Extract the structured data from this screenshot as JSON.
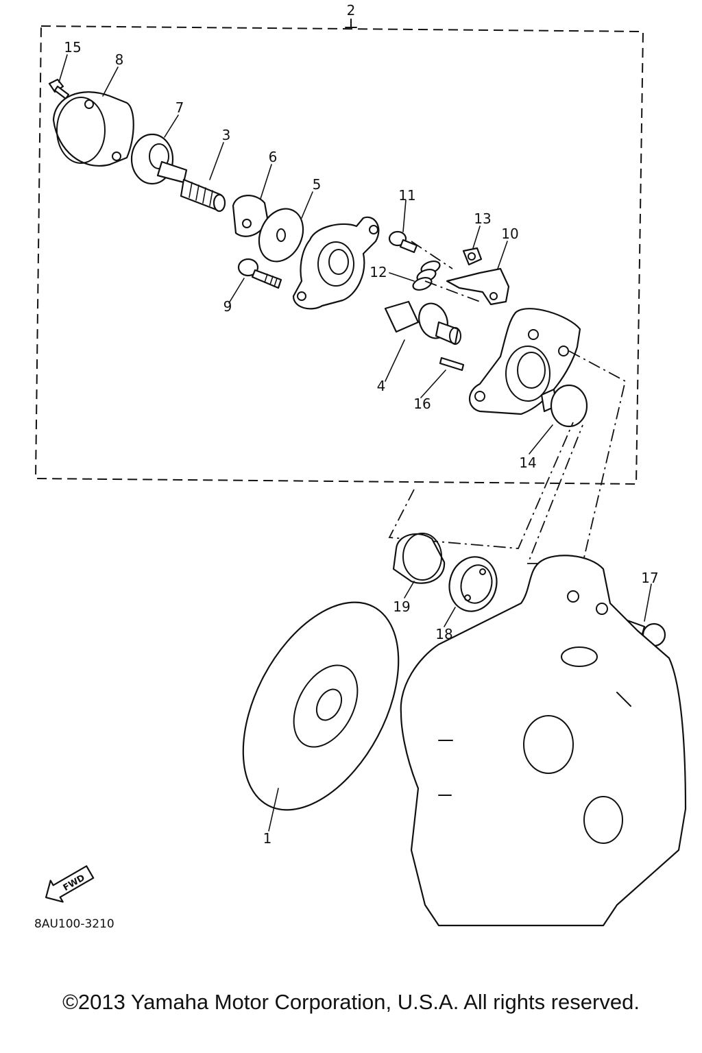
{
  "diagram": {
    "parts": [
      {
        "ref": "1"
      },
      {
        "ref": "2"
      },
      {
        "ref": "3"
      },
      {
        "ref": "4"
      },
      {
        "ref": "5"
      },
      {
        "ref": "6"
      },
      {
        "ref": "7"
      },
      {
        "ref": "8"
      },
      {
        "ref": "9"
      },
      {
        "ref": "10"
      },
      {
        "ref": "11"
      },
      {
        "ref": "12"
      },
      {
        "ref": "13"
      },
      {
        "ref": "14"
      },
      {
        "ref": "15"
      },
      {
        "ref": "16"
      },
      {
        "ref": "17"
      },
      {
        "ref": "18"
      },
      {
        "ref": "19"
      }
    ],
    "fwd_label": "FWD",
    "diagram_code": "8AU100-3210"
  },
  "footer": {
    "copyright": "©2013 Yamaha Motor Corporation, U.S.A. All rights reserved."
  }
}
